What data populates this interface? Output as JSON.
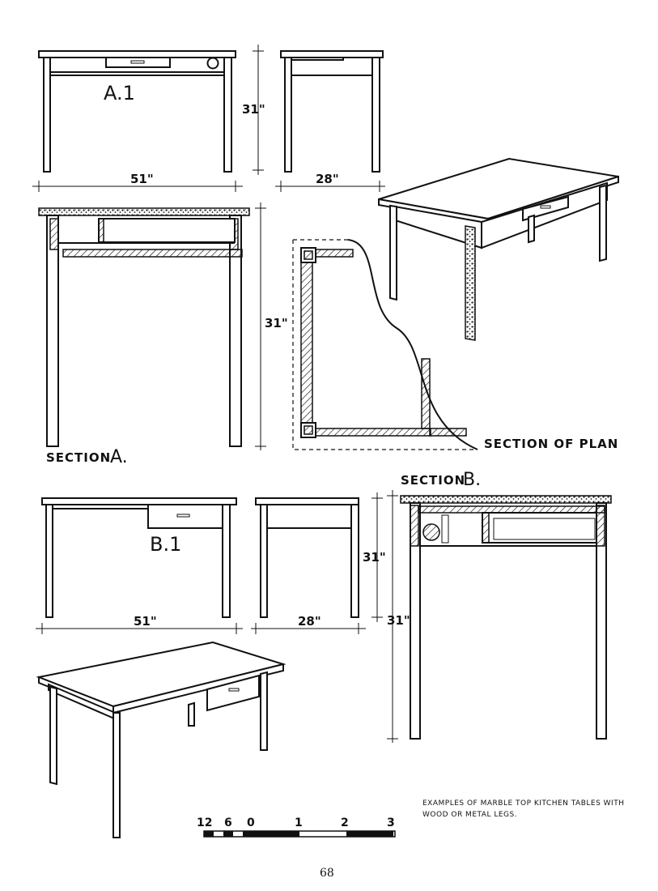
{
  "labels": {
    "a1": "A.1",
    "b1": "B.1",
    "section_a": "SECTION",
    "section_a_letter": "A.",
    "section_b": "SECTION",
    "section_b_letter": "B.",
    "section_plan": "SECTION OF PLAN"
  },
  "dimensions": {
    "a_width": "51\"",
    "a_depth": "28\"",
    "a_height": "31\"",
    "section_a_height": "31\"",
    "b_width": "51\"",
    "b_depth": "28\"",
    "b_height": "31\"",
    "section_b_height": "31\""
  },
  "caption": {
    "line1": "EXAMPLES OF MARBLE TOP KITCHEN TABLES WITH",
    "line2": "WOOD OR METAL LEGS."
  },
  "scale_bar": {
    "ticks": [
      "12",
      "6",
      "0",
      "1",
      "2",
      "3"
    ]
  },
  "page_number": "68"
}
